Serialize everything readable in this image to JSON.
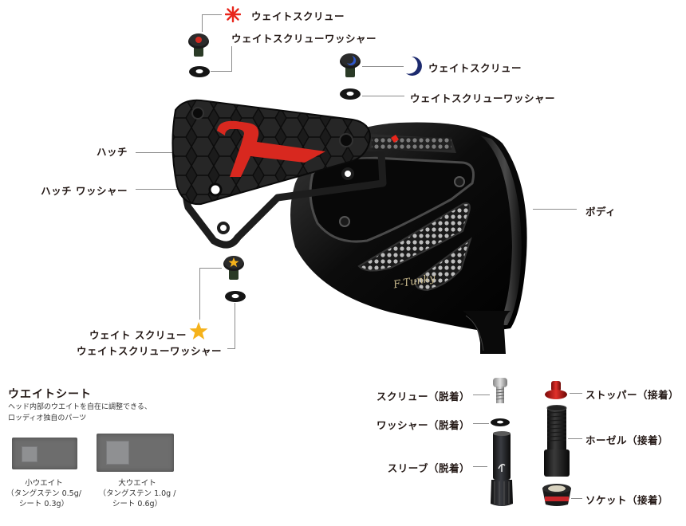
{
  "labels": {
    "weight_screw_red": "ウェイトスクリュー",
    "weight_screw_washer_red": "ウェイトスクリューワッシャー",
    "weight_screw_blue": "ウェイトスクリュー",
    "weight_screw_washer_blue": "ウェイトスクリューワッシャー",
    "hatch": "ハッチ",
    "hatch_washer": "ハッチ ワッシャー",
    "body": "ボディ",
    "weight_screw_yellow": "ウェイト スクリュー",
    "weight_screw_washer_yellow": "ウェイトスクリューワッシャー",
    "screw_removable": "スクリュー（脱着）",
    "washer_removable": "ワッシャー（脱着）",
    "sleeve_removable": "スリーブ（脱着）",
    "stopper_glued": "ストッパー（接着）",
    "hosel_glued": "ホーゼル（接着）",
    "socket_glued": "ソケット（接着）"
  },
  "weight_sheet": {
    "title": "ウエイトシート",
    "description_line1": "ヘッド内部のウエイトを自在に調整できる、",
    "description_line2": "ロッディオ独自のパーツ",
    "small": {
      "name": "小ウエイト",
      "spec_line1": "（タングステン 0.5g/",
      "spec_line2": "シート 0.3g）"
    },
    "large": {
      "name": "大ウエイト",
      "spec_line1": "（タングステン 1.0g /",
      "spec_line2": "シート 0.6g）"
    }
  },
  "head": {
    "model_script": "F-Tunky"
  },
  "icons": {
    "red_burst": "red-starburst-icon",
    "blue_moon": "blue-crescent-moon-icon",
    "yellow_star": "yellow-star-icon"
  },
  "colors": {
    "red_accent": "#e8261c",
    "moon_blue": "#1c2a6e",
    "star_yellow": "#f5b21b",
    "text": "#231815",
    "leader_line": "#8c8c8c",
    "felt_gray": "#6d6d6d"
  }
}
